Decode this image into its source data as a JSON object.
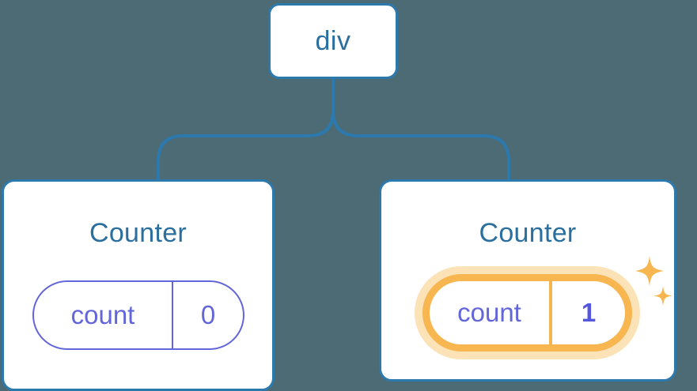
{
  "diagram": {
    "title": "React component tree with state update highlight",
    "background_color": "#4d6b75",
    "node_border_color": "#2b79ad",
    "node_text_color": "#2b6f9e",
    "state_color": "#6366d8",
    "highlight_color": "#f7b64f",
    "highlight_glow_color": "#fce3b7",
    "root": {
      "label": "div"
    },
    "children": [
      {
        "title": "Counter",
        "state": {
          "key": "count",
          "value": "0"
        },
        "highlighted": false
      },
      {
        "title": "Counter",
        "state": {
          "key": "count",
          "value": "1"
        },
        "highlighted": true
      }
    ],
    "icons": {
      "sparkle_large": "sparkle-icon",
      "sparkle_small": "sparkle-icon"
    }
  }
}
